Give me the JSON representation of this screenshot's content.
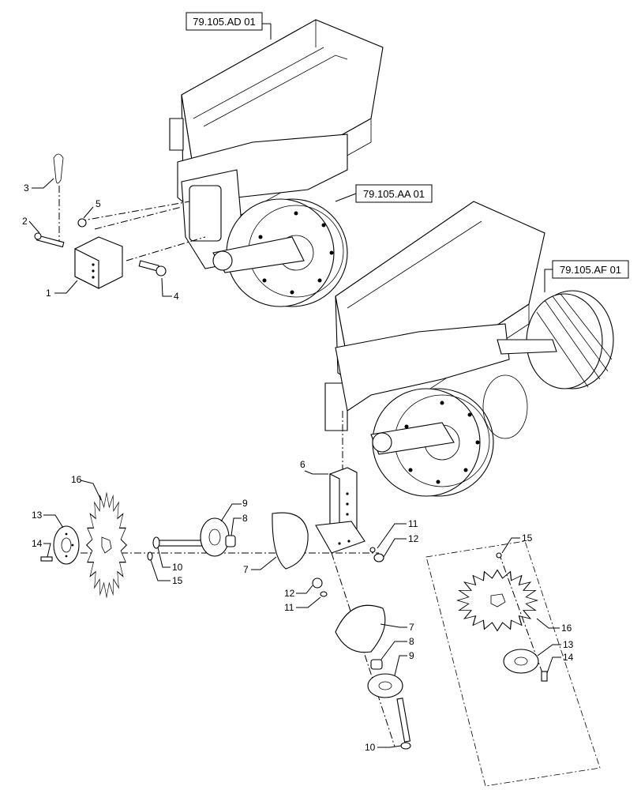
{
  "references": [
    {
      "id": "ref-ad",
      "text": "79.105.AD 01"
    },
    {
      "id": "ref-aa",
      "text": "79.105.AA 01"
    },
    {
      "id": "ref-af",
      "text": "79.105.AF 01"
    }
  ],
  "callouts": {
    "c1": "1",
    "c2": "2",
    "c3": "3",
    "c4": "4",
    "c5": "5",
    "c6": "6",
    "c7a": "7",
    "c7b": "7",
    "c8a": "8",
    "c8b": "8",
    "c9a": "9",
    "c9b": "9",
    "c10a": "10",
    "c10b": "10",
    "c11a": "11",
    "c11b": "11",
    "c12a": "12",
    "c12b": "12",
    "c13a": "13",
    "c13b": "13",
    "c14a": "14",
    "c14b": "14",
    "c15a": "15",
    "c15b": "15",
    "c16a": "16",
    "c16b": "16"
  }
}
